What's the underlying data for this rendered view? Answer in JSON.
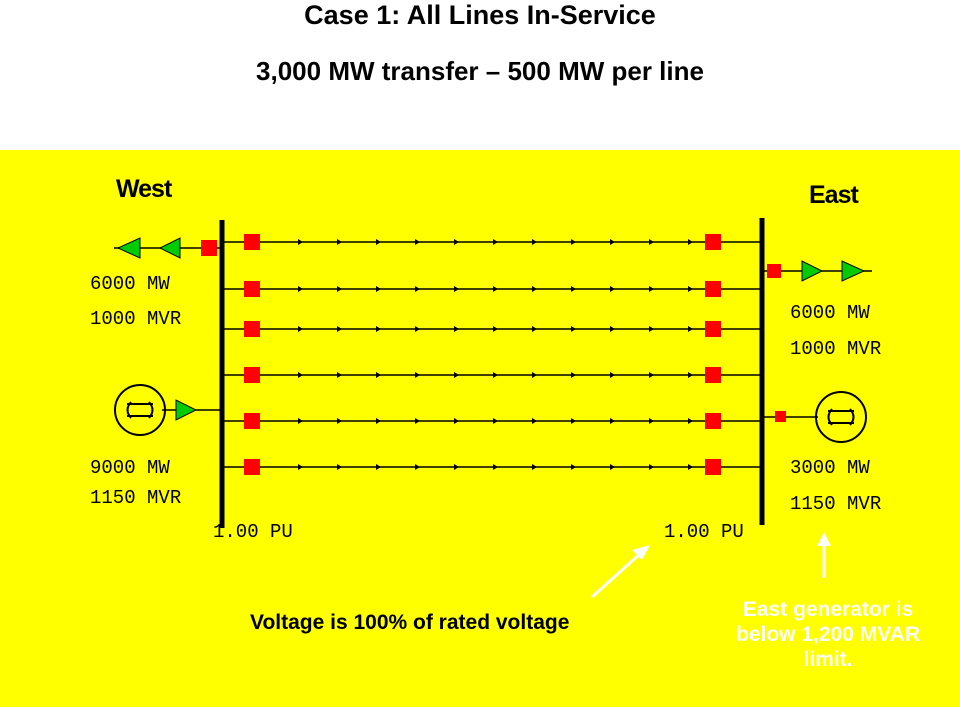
{
  "title": "Case 1: All Lines In-Service",
  "subtitle": "3,000 MW transfer – 500 MW per line",
  "west": {
    "label": "West",
    "load_mw": "6000 MW",
    "load_mvr": "1000 MVR",
    "gen_mw": "9000 MW",
    "gen_mvr": "1150 MVR",
    "bus_voltage": "1.00 PU"
  },
  "east": {
    "label": "East",
    "load_mw": "6000 MW",
    "load_mvr": "1000 MVR",
    "gen_mw": "3000 MW",
    "gen_mvr": "1150 MVR",
    "bus_voltage": "1.00 PU"
  },
  "notes": {
    "voltage": "Voltage is 100% of rated voltage",
    "east_generator": "East generator  is below 1,200 MVAR limit."
  },
  "colors": {
    "background": "#ffffff",
    "panel": "#ffff00",
    "breaker": "#ff0000",
    "arrow": "#00cc00",
    "line": "#000000",
    "annotation": "#ffffff"
  },
  "icons": [
    "generator-icon",
    "breaker-icon",
    "flow-arrow-icon",
    "load-arrow-icon"
  ]
}
